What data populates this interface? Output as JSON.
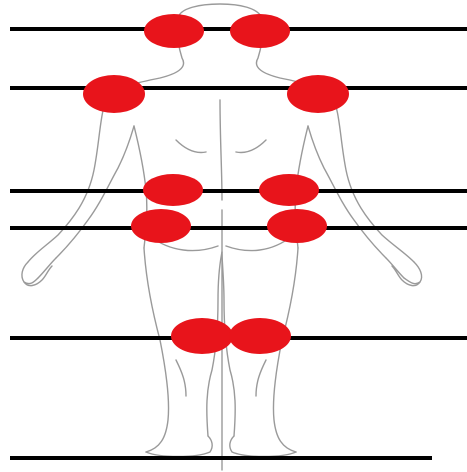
{
  "figure": {
    "subject": "human-body-back-view-outline",
    "background_color": "#ffffff",
    "outline_color": "#9a9a9a",
    "marker_color": "#e8141b",
    "line_color": "#000000"
  },
  "regions": [
    {
      "id": "neck-left"
    },
    {
      "id": "neck-right"
    },
    {
      "id": "shoulder-left"
    },
    {
      "id": "shoulder-right"
    },
    {
      "id": "upper-hip-left"
    },
    {
      "id": "upper-hip-right"
    },
    {
      "id": "lower-hip-left"
    },
    {
      "id": "lower-hip-right"
    },
    {
      "id": "knee-left"
    },
    {
      "id": "knee-right"
    }
  ],
  "horizontal_lines": [
    {
      "id": "line-neck"
    },
    {
      "id": "line-shoulders"
    },
    {
      "id": "line-upper-hips"
    },
    {
      "id": "line-lower-hips"
    },
    {
      "id": "line-knees"
    },
    {
      "id": "line-feet"
    }
  ]
}
